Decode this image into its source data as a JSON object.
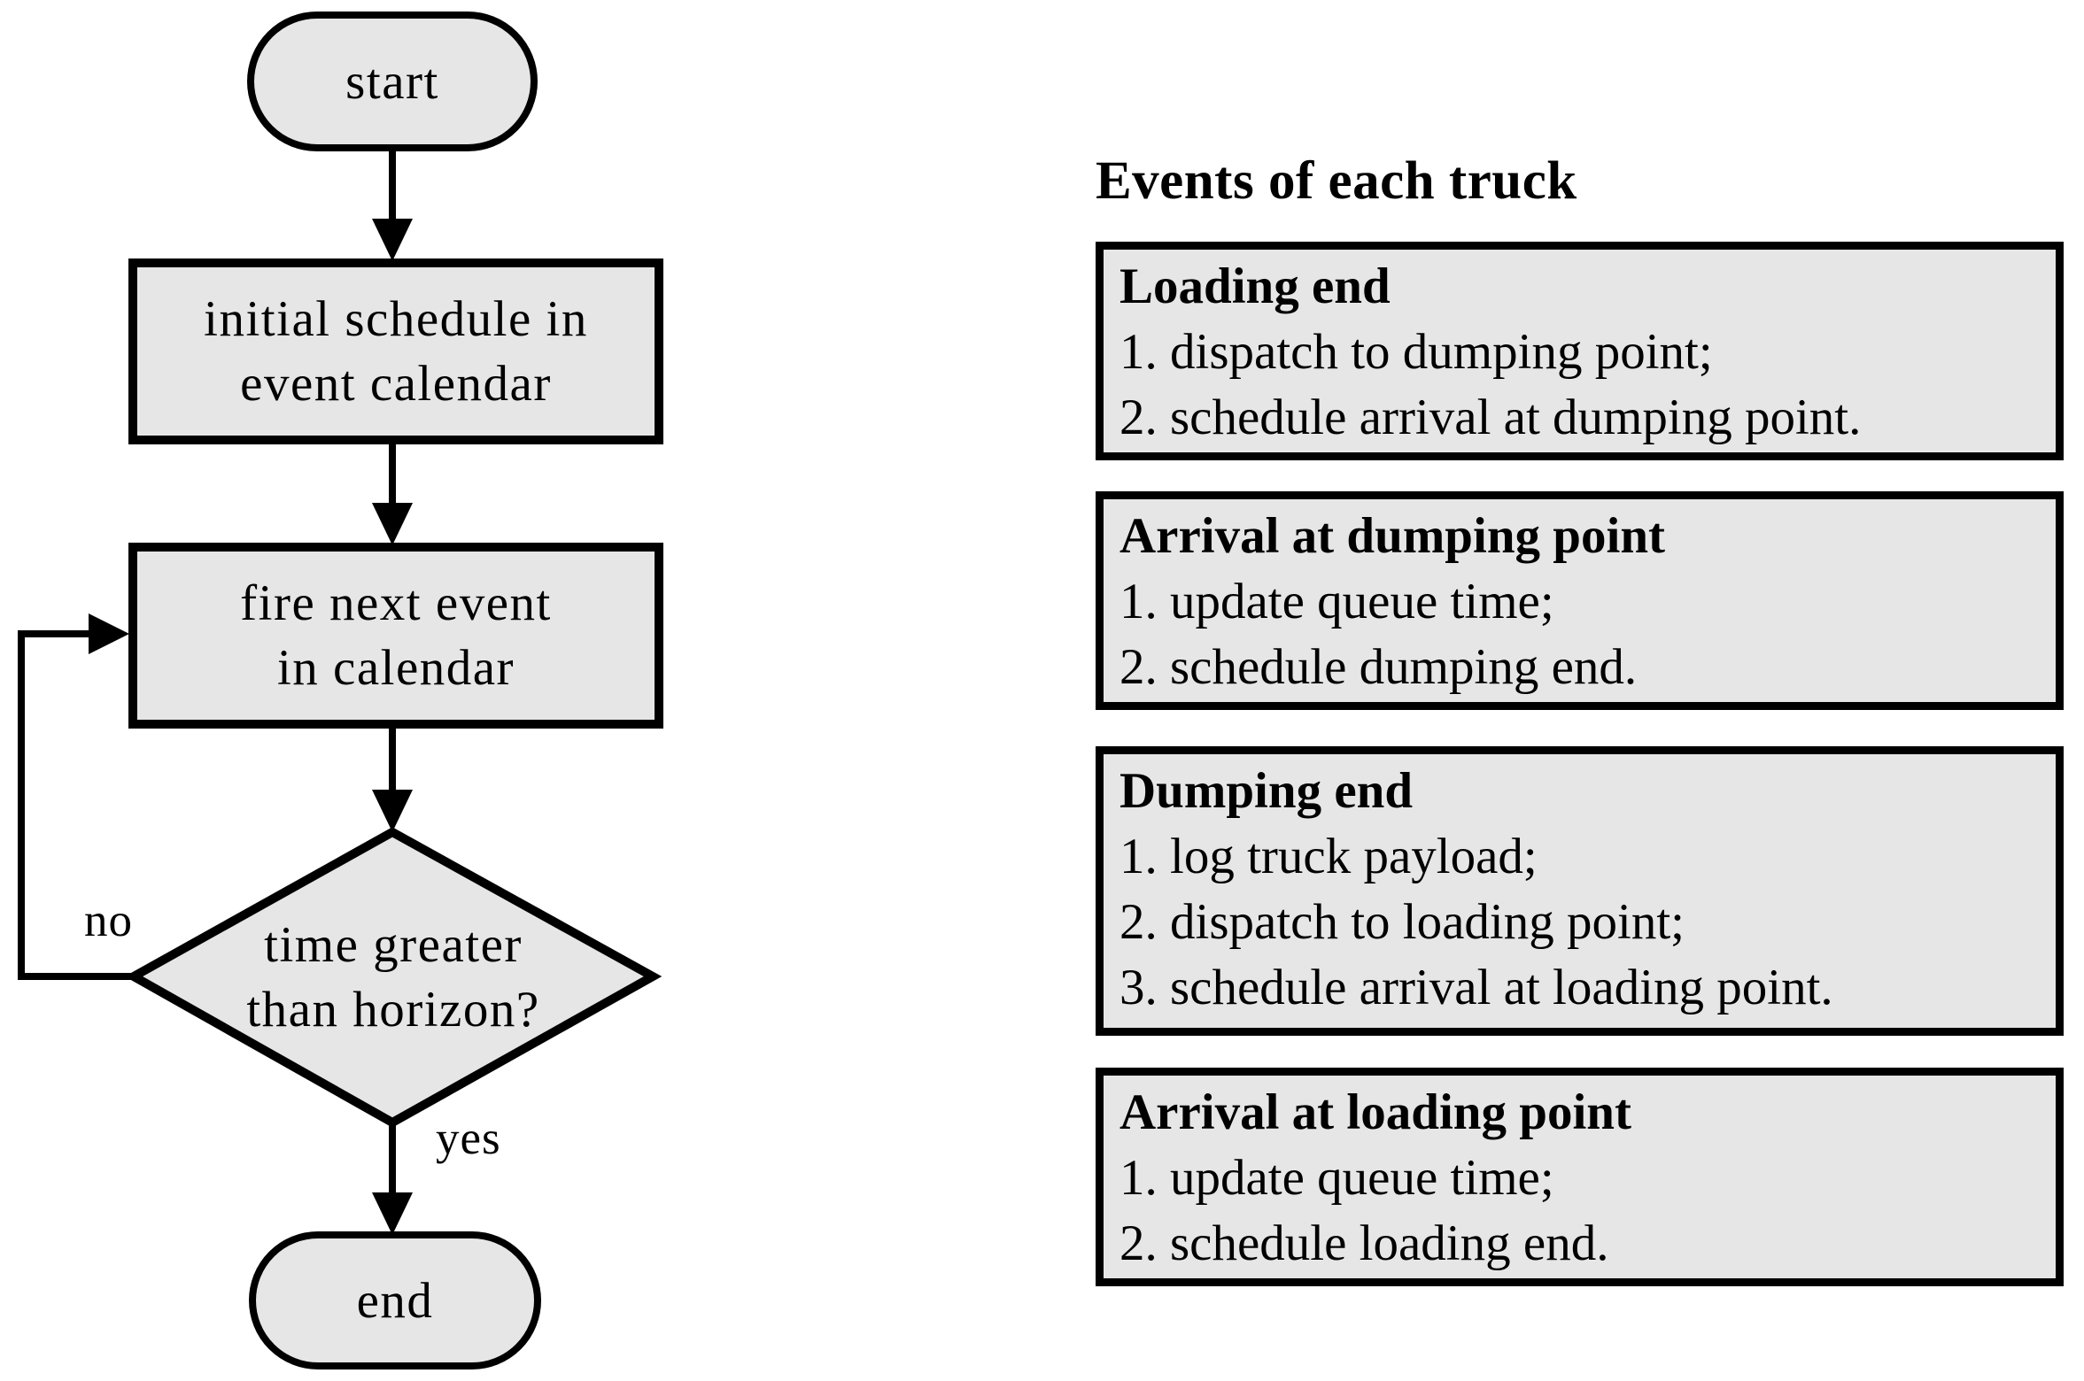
{
  "flowchart": {
    "start_label": "start",
    "step1_label": "initial schedule in\nevent calendar",
    "step2_label": "fire next event\nin calendar",
    "decision_label": "time greater\nthan horizon?",
    "end_label": "end",
    "no_label": "no",
    "yes_label": "yes"
  },
  "events_panel": {
    "heading": "Events of each truck",
    "boxes": [
      {
        "title": "Loading end",
        "items": [
          "1. dispatch to dumping point;",
          "2. schedule arrival at dumping point."
        ]
      },
      {
        "title": "Arrival at dumping point",
        "items": [
          "1. update queue time;",
          "2. schedule dumping end."
        ]
      },
      {
        "title": "Dumping end",
        "items": [
          "1. log truck payload;",
          "2. dispatch to loading point;",
          "3. schedule arrival at loading point."
        ]
      },
      {
        "title": "Arrival at loading point",
        "items": [
          "1. update queue time;",
          "2. schedule loading end."
        ]
      }
    ]
  },
  "colors": {
    "node_fill": "#e6e6e6",
    "stroke": "#000000",
    "background": "#ffffff",
    "text_color": "#000000"
  }
}
